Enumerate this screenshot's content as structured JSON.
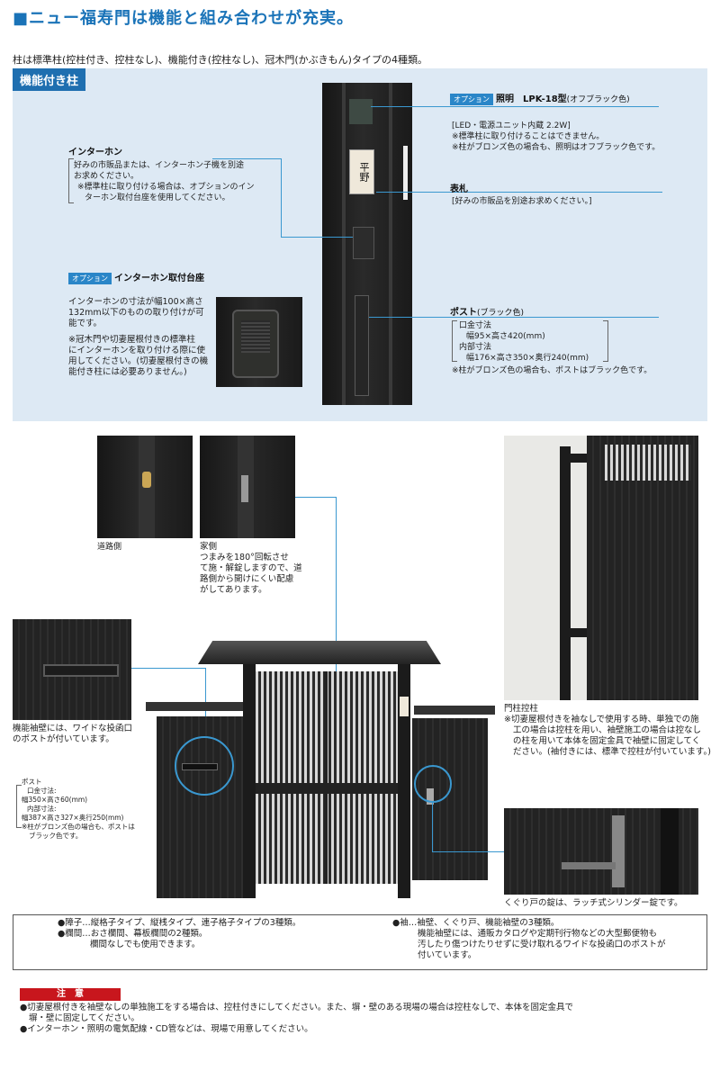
{
  "title": "■ニュー福寿門は機能と組み合わせが充実。",
  "intro": "柱は標準柱(控柱付き、控柱なし)、機能付き(控柱なし)、冠木門(かぶきもん)タイプの4種類。",
  "panel_label": "機能付き柱",
  "option_tag": "オプション",
  "lighting": {
    "title": "照明　LPK-18型",
    "color": "(オフブラック色)",
    "line1": "[LED・電源ユニット内蔵 2.2W]",
    "line2": "※標準柱に取り付けることはできません。",
    "line3": "※柱がブロンズ色の場合も、照明はオフブラック色です。"
  },
  "nameplate": {
    "title": "表札",
    "desc": "[好みの市販品を別途お求めください。]",
    "chars": "平野"
  },
  "post": {
    "title": "ポスト",
    "color": "(ブラック色)",
    "line1": "口金寸法",
    "line2": "幅95×高さ420(mm)",
    "line3": "内部寸法",
    "line4": "幅176×高さ350×奥行240(mm)",
    "line5": "※柱がブロンズ色の場合も、ポストはブラック色です。"
  },
  "intercom": {
    "title": "インターホン",
    "line1": "好みの市販品または、インターホン子機を別途",
    "line2": "お求めください。",
    "line3": "※標準柱に取り付ける場合は、オプションのイン",
    "line4": "ターホン取付台座を使用してください。"
  },
  "intercom_mount": {
    "title": "インターホン取付台座",
    "line1": "インターホンの寸法が幅100×高さ",
    "line2": "132mm以下のものの取り付けが可",
    "line3": "能です。",
    "line4": "※冠木門や切妻屋根付きの標準柱",
    "line5": "にインターホンを取り付ける際に使",
    "line6": "用してください。(切妻屋根付きの機",
    "line7": "能付き柱には必要ありません。)"
  },
  "lock_photos": {
    "road_side": "道路側",
    "house_side": "家側",
    "house_desc1": "つまみを180°回転させ",
    "house_desc2": "て施・解錠しますので、道",
    "house_desc3": "路側から開けにくい配慮",
    "house_desc4": "がしてあります。"
  },
  "sleeve_wall": {
    "line1": "機能袖壁には、ワイドな投函口",
    "line2": "のポストが付いています。"
  },
  "post_small": {
    "title": "ポスト",
    "line1": "口金寸法:",
    "line2": "幅350×高さ60(mm)",
    "line3": "内部寸法:",
    "line4": "幅387×高さ327×奥行250(mm)",
    "line5": "※柱がブロンズ色の場合も、ポストは",
    "line6": "ブラック色です。"
  },
  "gate_pillar": {
    "title": "門柱控柱",
    "line1": "※切妻屋根付きを袖なしで使用する時、単独での施",
    "line2": "工の場合は控柱を用い、袖壁施工の場合は控なし",
    "line3": "の柱を用いて本体を固定金具で袖壁に固定してく",
    "line4": "ださい。(袖付きには、標準で控柱が付いています。)"
  },
  "latch_caption": "くぐり戸の錠は、ラッチ式シリンダー錠です。",
  "summary": {
    "left1": "●障子…縦格子タイプ、縦桟タイプ、連子格子タイプの3種類。",
    "left2": "●欄間…おさ欄間、幕板欄間の2種類。",
    "left3": "欄間なしでも使用できます。",
    "right1": "●袖…袖壁、くぐり戸、機能袖壁の3種類。",
    "right2": "機能袖壁には、通販カタログや定期刊行物などの大型郵便物も",
    "right3": "汚したり傷つけたりせずに受け取れるワイドな投函口のポストが",
    "right4": "付いています。"
  },
  "caution": {
    "label": "注　意",
    "line1": "●切妻屋根付きを袖壁なしの単独施工をする場合は、控柱付きにしてください。また、塀・壁のある現場の場合は控柱なしで、本体を固定金具で",
    "line2": "塀・壁に固定してください。",
    "line3": "●インターホン・照明の電気配線・CD管などは、現場で用意してください。"
  }
}
